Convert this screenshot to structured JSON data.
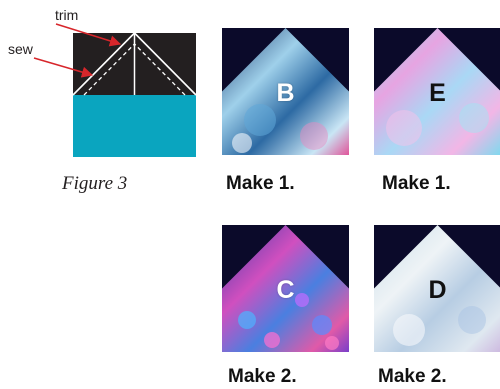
{
  "figure": {
    "caption": "Figure 3",
    "labels": {
      "trim": "trim",
      "sew": "sew"
    },
    "colors": {
      "dark_fabric": "#231f20",
      "teal_fabric": "#0aa5bf",
      "arrow": "#d7262b",
      "stitch_line": "#ffffff"
    }
  },
  "blocks": [
    {
      "letter": "B",
      "caption": "Make 1.",
      "letter_color": "#ffffff"
    },
    {
      "letter": "E",
      "caption": "Make 1.",
      "letter_color": "#111111"
    },
    {
      "letter": "C",
      "caption": "Make 2.",
      "letter_color": "#ffffff"
    },
    {
      "letter": "D",
      "caption": "Make 2.",
      "letter_color": "#111111"
    }
  ],
  "block_background": "#0b0a2a"
}
